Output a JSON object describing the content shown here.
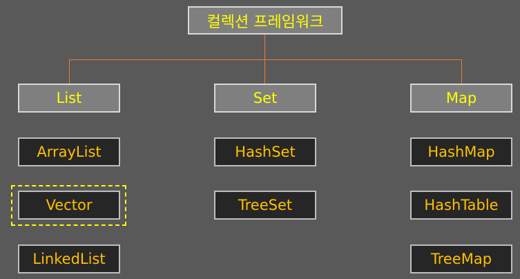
{
  "diagram": {
    "root": "컬렉션 프레임워크",
    "categories": {
      "list": "List",
      "set": "Set",
      "map": "Map"
    },
    "list_items": [
      "ArrayList",
      "Vector",
      "LinkedList"
    ],
    "set_items": [
      "HashSet",
      "TreeSet"
    ],
    "map_items": [
      "HashMap",
      "HashTable",
      "TreeMap"
    ],
    "highlighted_item": "Vector"
  },
  "colors": {
    "background": "#595959",
    "category_fill": "#7f7f7f",
    "implementation_fill": "#262626",
    "category_text": "#ffff00",
    "implementation_text": "#ffc000",
    "connector": "#ed7d31",
    "highlight_border": "#ffff00"
  }
}
